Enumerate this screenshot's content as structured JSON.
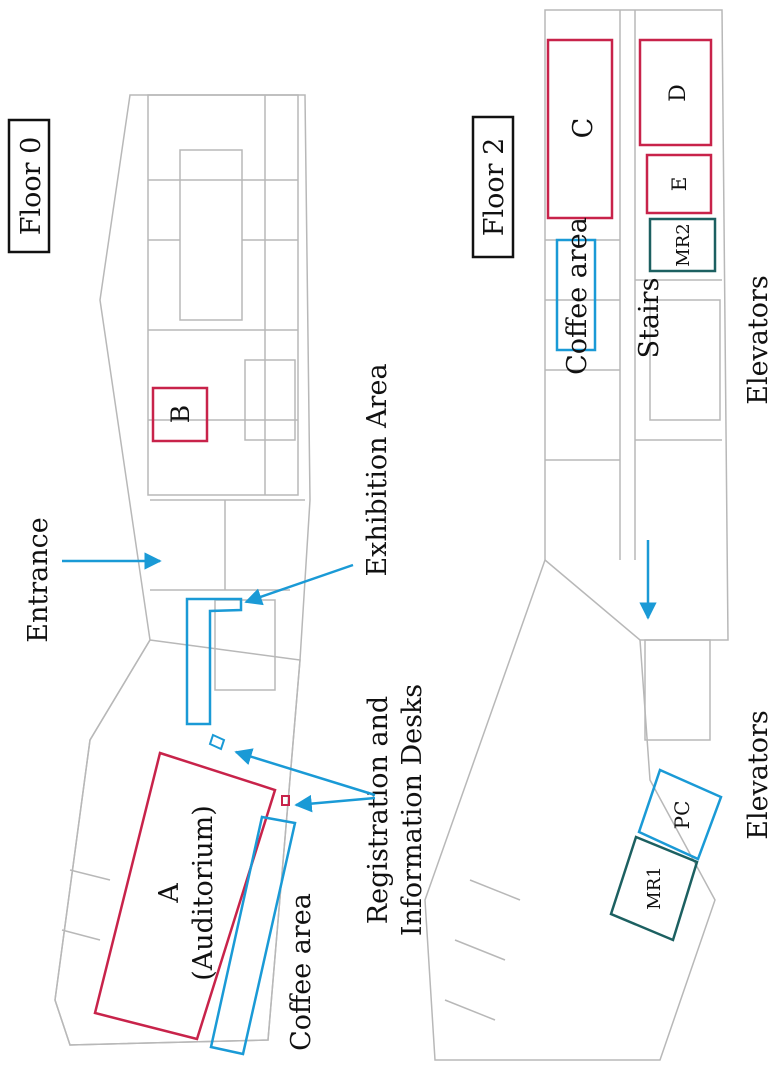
{
  "colors": {
    "room": "#c8234a",
    "service": "#1a9ad6",
    "meeting": "#1c6061",
    "ink": "#111111",
    "wall": "#b8b8b8"
  },
  "floor0": {
    "title": "Floor 0",
    "entrance": "Entrance",
    "exhibition": "Exhibition Area",
    "registration_line1": "Registration and",
    "registration_line2": "Information Desks",
    "coffee": "Coffee area",
    "room_a": "A",
    "room_a_sub": "(Auditorium)",
    "room_b": "B"
  },
  "floor2": {
    "title": "Floor 2",
    "coffee": "Coffee area",
    "stairs": "Stairs",
    "elevators_right": "Elevators",
    "elevators_left": "Elevators",
    "room_c": "C",
    "room_d": "D",
    "room_e": "E",
    "mr1": "MR1",
    "mr2": "MR2",
    "pc": "PC"
  }
}
